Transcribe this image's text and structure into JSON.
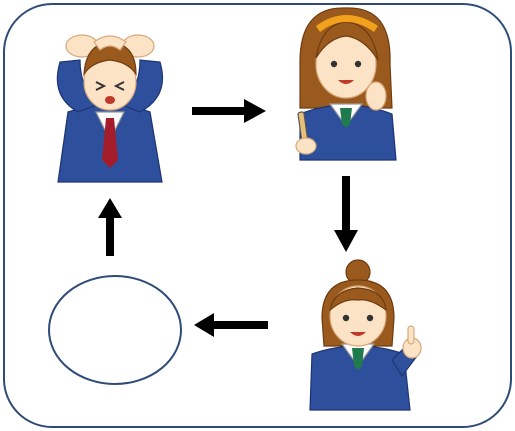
{
  "diagram": {
    "kind": "cycle",
    "colors": {
      "frame": "#2f4b78",
      "arrow": "#000000",
      "empty_node": "#2f4b78",
      "blazer": "#2e4f9b",
      "blazer_dark": "#1d3575",
      "hair": "#9a5a1d",
      "hair_dark": "#6e3c10",
      "skin": "#fde3c6",
      "shirt": "#ffffff",
      "boy_tie": "#a51d2b",
      "girl_ribbon": "#1f7a4d",
      "headband": "#f2a11c",
      "pen": "#e8c07a"
    },
    "nodes": [
      {
        "id": "confused-boy",
        "icon": "student-boy-holding-head-icon"
      },
      {
        "id": "thinking-girl",
        "icon": "student-girl-thinking-with-pen-icon"
      },
      {
        "id": "idea-girl",
        "icon": "student-girl-pointing-finger-up-icon"
      },
      {
        "id": "blank",
        "icon": "empty-ellipse"
      }
    ],
    "arrows": [
      {
        "from": "confused-boy",
        "to": "thinking-girl",
        "direction": "right"
      },
      {
        "from": "thinking-girl",
        "to": "idea-girl",
        "direction": "down"
      },
      {
        "from": "idea-girl",
        "to": "blank",
        "direction": "left"
      },
      {
        "from": "blank",
        "to": "confused-boy",
        "direction": "up"
      }
    ]
  }
}
